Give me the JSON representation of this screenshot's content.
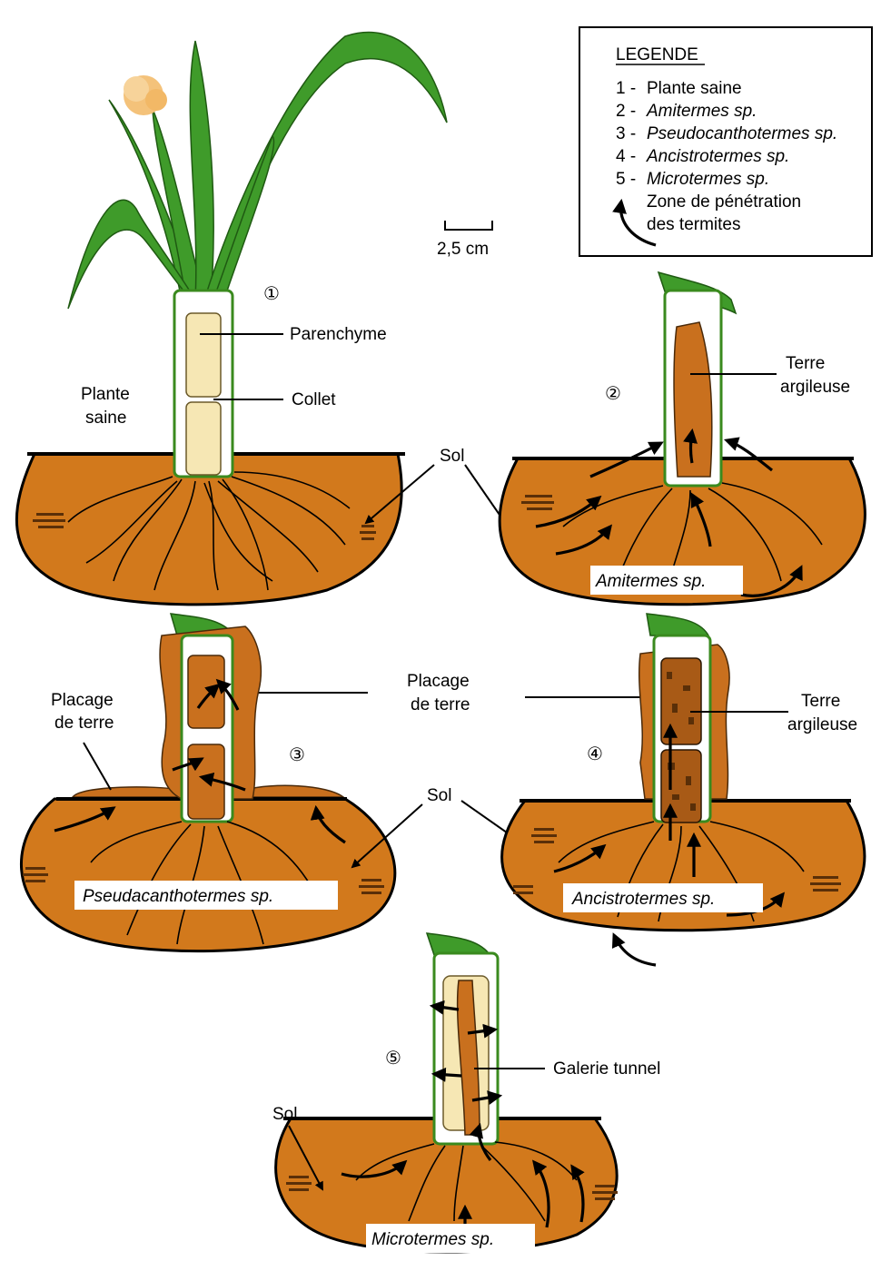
{
  "legend": {
    "title": "LEGENDE",
    "items": [
      {
        "num": "1 -",
        "text": "Plante saine",
        "italic": false
      },
      {
        "num": "2 -",
        "text": "Amitermes sp.",
        "italic": true
      },
      {
        "num": "3 -",
        "text": "Pseudocanthotermes sp.",
        "italic": true
      },
      {
        "num": "4 -",
        "text": "Ancistrotermes sp.",
        "italic": true
      },
      {
        "num": "5 -",
        "text": "Microtermes sp.",
        "italic": true
      }
    ],
    "arrow_line1": "Zone de pénétration",
    "arrow_line2": "des termites"
  },
  "scale": {
    "label": "2,5 cm"
  },
  "panel1": {
    "number": "①",
    "parenchyme": "Parenchyme",
    "collet": "Collet",
    "plante_line1": "Plante",
    "plante_line2": "saine"
  },
  "shared": {
    "sol_top": "Sol",
    "sol_mid": "Sol",
    "placage_line1": "Placage",
    "placage_line2": "de terre"
  },
  "panel2": {
    "number": "②",
    "terre_line1": "Terre",
    "terre_line2": "argileuse",
    "species": "Amitermes sp."
  },
  "panel3": {
    "number": "③",
    "placage_line1": "Placage",
    "placage_line2": "de terre",
    "species": "Pseudacanthotermes sp."
  },
  "panel4": {
    "number": "④",
    "terre_line1": "Terre",
    "terre_line2": "argileuse",
    "species": "Ancistrotermes sp."
  },
  "panel5": {
    "number": "⑤",
    "galerie": "Galerie tunnel",
    "sol": "Sol",
    "species": "Microtermes sp."
  },
  "colors": {
    "soil": "#d2791c",
    "leaf": "#3f9b2a",
    "parenchyme": "#f6e7b4",
    "clay": "#c9701e"
  }
}
